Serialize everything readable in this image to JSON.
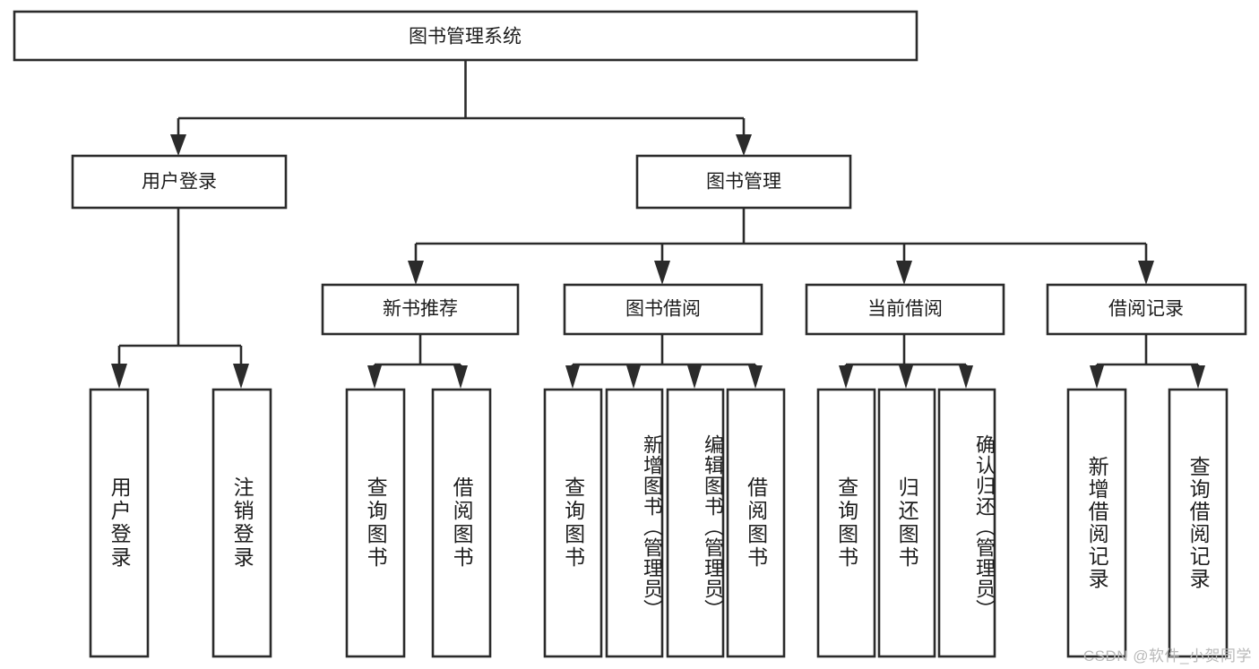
{
  "diagram": {
    "title": "图书管理系统",
    "watermark": "CSDN @软件_小贺同学",
    "colors": {
      "stroke": "#2b2b2b",
      "fill": "#ffffff",
      "text": "#1d1d1d",
      "watermark": "#b9b9b9"
    },
    "root": {
      "label": "图书管理系统"
    },
    "level1": [
      {
        "label": "用户登录"
      },
      {
        "label": "图书管理"
      }
    ],
    "level2": [
      {
        "label": "新书推荐"
      },
      {
        "label": "图书借阅"
      },
      {
        "label": "当前借阅"
      },
      {
        "label": "借阅记录"
      }
    ],
    "leaves": {
      "user_login": [
        {
          "label": "用户登录"
        },
        {
          "label": "注销登录"
        }
      ],
      "new_book_recommend": [
        {
          "label": "查询图书"
        },
        {
          "label": "借阅图书"
        }
      ],
      "book_borrow": [
        {
          "label": "查询图书"
        },
        {
          "label": "新增图书（管理员）"
        },
        {
          "label": "编辑图书（管理员）"
        },
        {
          "label": "借阅图书"
        }
      ],
      "current_borrow": [
        {
          "label": "查询图书"
        },
        {
          "label": "归还图书"
        },
        {
          "label": "确认归还（管理员）"
        }
      ],
      "borrow_record": [
        {
          "label": "新增借阅记录"
        },
        {
          "label": "查询借阅记录"
        }
      ]
    }
  },
  "chart_data": {
    "type": "table",
    "title": "图书管理系统 功能结构图",
    "hierarchy": [
      {
        "name": "图书管理系统",
        "children": [
          {
            "name": "用户登录",
            "children": [
              {
                "name": "用户登录"
              },
              {
                "name": "注销登录"
              }
            ]
          },
          {
            "name": "图书管理",
            "children": [
              {
                "name": "新书推荐",
                "children": [
                  {
                    "name": "查询图书"
                  },
                  {
                    "name": "借阅图书"
                  }
                ]
              },
              {
                "name": "图书借阅",
                "children": [
                  {
                    "name": "查询图书"
                  },
                  {
                    "name": "新增图书（管理员）"
                  },
                  {
                    "name": "编辑图书（管理员）"
                  },
                  {
                    "name": "借阅图书"
                  }
                ]
              },
              {
                "name": "当前借阅",
                "children": [
                  {
                    "name": "查询图书"
                  },
                  {
                    "name": "归还图书"
                  },
                  {
                    "name": "确认归还（管理员）"
                  }
                ]
              },
              {
                "name": "借阅记录",
                "children": [
                  {
                    "name": "新增借阅记录"
                  },
                  {
                    "name": "查询借阅记录"
                  }
                ]
              }
            ]
          }
        ]
      }
    ]
  }
}
